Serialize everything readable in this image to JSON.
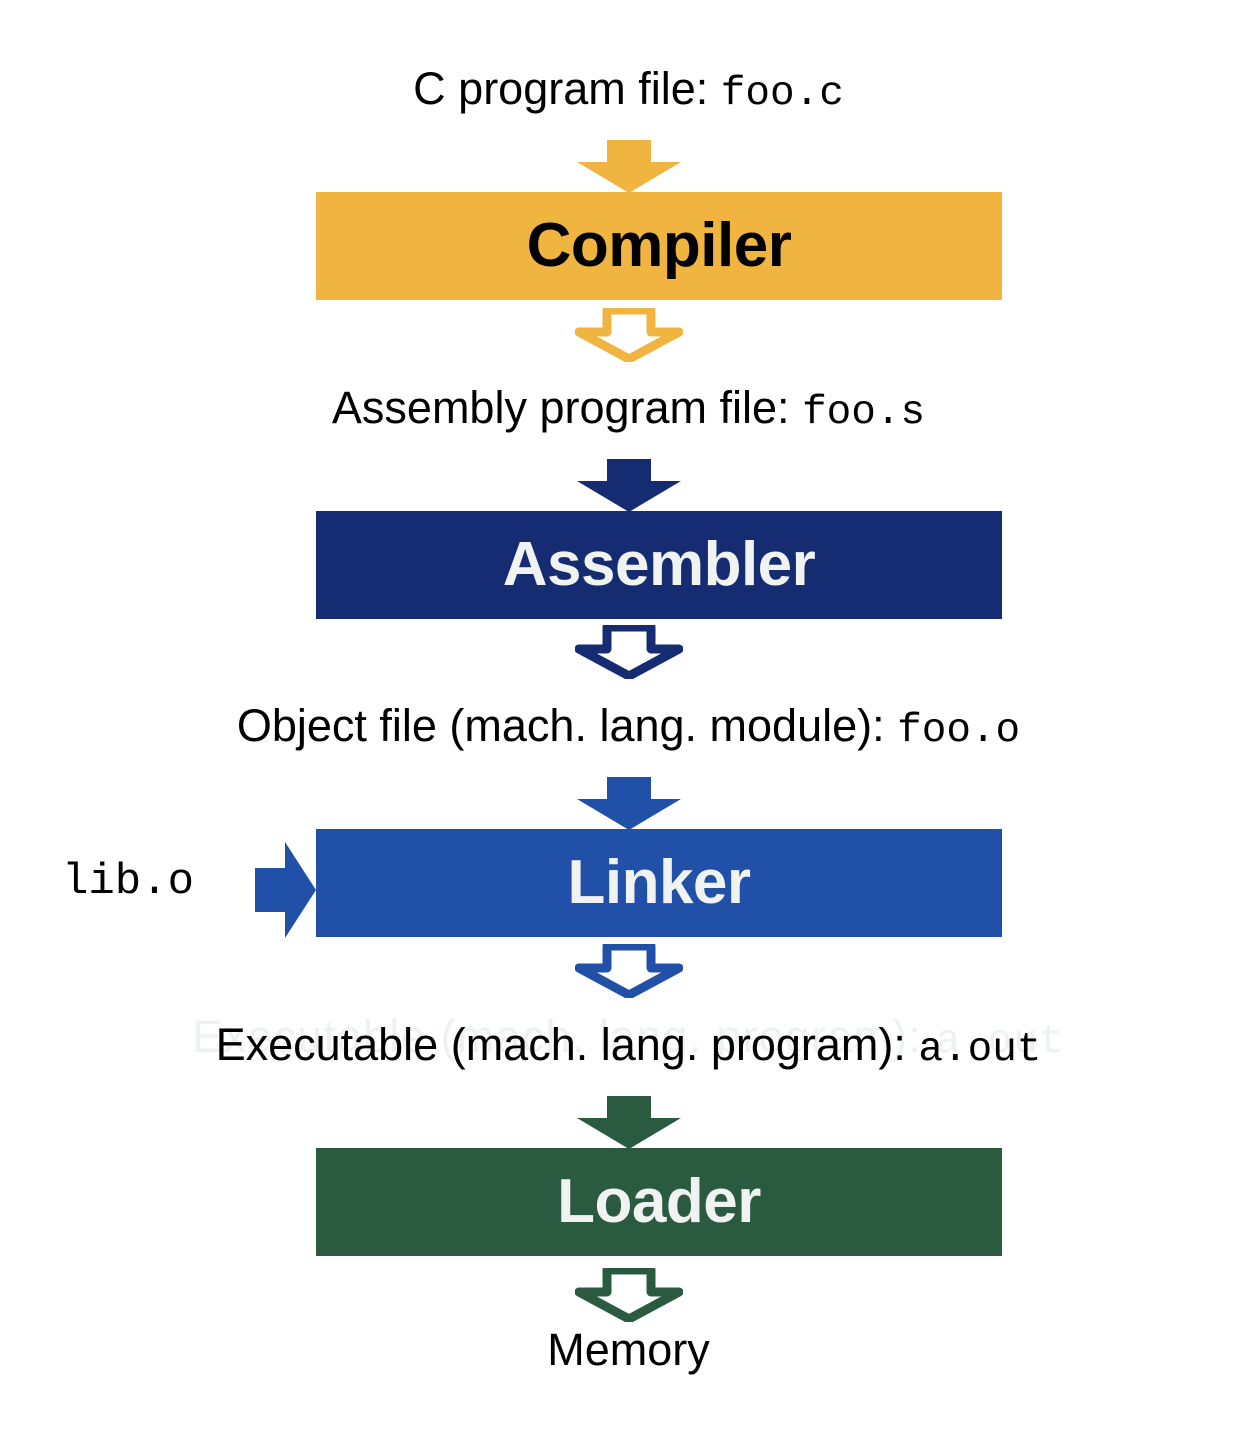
{
  "diagram": {
    "title": "C compilation toolchain",
    "colors": {
      "compiler": "#EFB540",
      "assembler": "#152C72",
      "linker": "#2050A8",
      "loader": "#2A5B41",
      "text_dark": "#000000",
      "text_light": "#F1F2F2",
      "ghost": "#EEF1F2",
      "background": "#FFFFFF"
    },
    "captions": {
      "source": {
        "text": "C program file: ",
        "file": "foo.c"
      },
      "assembly": {
        "text": "Assembly program file: ",
        "file": "foo.s"
      },
      "object": {
        "text": "Object file (mach. lang. module): ",
        "file": "foo.o"
      },
      "executable": {
        "text": "Executable (mach. lang. program): ",
        "file": "a.out"
      },
      "memory": {
        "text": "Memory",
        "file": ""
      }
    },
    "stages": [
      {
        "id": "compiler",
        "label": "Compiler",
        "fill": "#EFB540",
        "text_color": "#000000"
      },
      {
        "id": "assembler",
        "label": "Assembler",
        "fill": "#152C72",
        "text_color": "#F1F2F2"
      },
      {
        "id": "linker",
        "label": "Linker",
        "fill": "#2050A8",
        "text_color": "#F1F2F2"
      },
      {
        "id": "loader",
        "label": "Loader",
        "fill": "#2A5B41",
        "text_color": "#F1F2F2"
      }
    ],
    "side_input": {
      "label": "lib.o",
      "target": "linker"
    },
    "arrows": [
      {
        "id": "source-to-compiler",
        "style": "solid",
        "color": "#EFB540",
        "direction": "down"
      },
      {
        "id": "compiler-to-assembly",
        "style": "outline",
        "color": "#EFB540",
        "direction": "down"
      },
      {
        "id": "assembly-to-assembler",
        "style": "solid",
        "color": "#152C72",
        "direction": "down"
      },
      {
        "id": "assembler-to-object",
        "style": "outline",
        "color": "#152C72",
        "direction": "down"
      },
      {
        "id": "object-to-linker",
        "style": "solid",
        "color": "#2050A8",
        "direction": "down"
      },
      {
        "id": "lib-to-linker",
        "style": "solid",
        "color": "#2050A8",
        "direction": "right"
      },
      {
        "id": "linker-to-executable",
        "style": "outline",
        "color": "#2050A8",
        "direction": "down"
      },
      {
        "id": "executable-to-loader",
        "style": "solid",
        "color": "#2A5B41",
        "direction": "down"
      },
      {
        "id": "loader-to-memory",
        "style": "outline",
        "color": "#2A5B41",
        "direction": "down"
      }
    ]
  }
}
